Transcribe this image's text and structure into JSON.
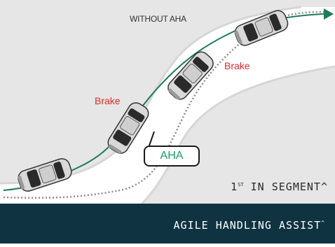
{
  "labels": {
    "without": "WITHOUT AHA",
    "brake_upper": "Brake",
    "brake_lower": "Brake",
    "aha": "AHA"
  },
  "badge": {
    "prefix": "1",
    "superscript": "ST",
    "text": " IN SEGMENT",
    "mark": "^"
  },
  "footer": {
    "title": "AGILE HANDLING ASSIST",
    "mark": "^"
  },
  "colors": {
    "road": "#ffffff",
    "offroad": "#e6e6e6",
    "path_with_aha": "#1f7a5a",
    "path_without_aha": "#8c8c8c",
    "brake_text": "#e02a2a",
    "aha_text": "#1b9a64",
    "footer_bg": "#0f3340",
    "footer_text": "#ffffff"
  },
  "icons": [
    "car-icon",
    "arrow-head-icon"
  ]
}
